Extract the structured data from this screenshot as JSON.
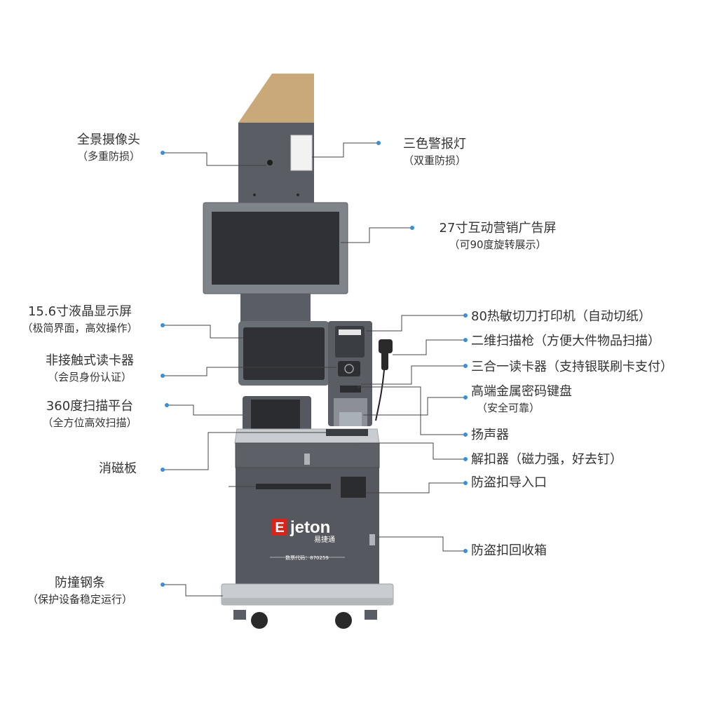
{
  "colors": {
    "panel": "#5a5d63",
    "panel_dark": "#44474c",
    "screen": "#2f3136",
    "steel": "#c9ccd0",
    "top_wood": "#c9a97a",
    "leader": "#444444",
    "dot": "#3a8fd6",
    "logo_red": "#d9241c"
  },
  "brand": {
    "logo_letter": "E",
    "logo_word": "jeton",
    "logo_cn": "易捷通",
    "code_text": "数票代码：870259"
  },
  "labels": {
    "camera": {
      "title": "全景摄像头",
      "sub": "（多重防损）"
    },
    "alarm_light": {
      "title": "三色警报灯",
      "sub": "（双重防损）"
    },
    "ad_screen": {
      "title": "27寸互动营销广告屏",
      "sub": "（可90度旋转展示）"
    },
    "lcd": {
      "title": "15.6寸液晶显示屏",
      "sub": "（极简界面，高效操作）"
    },
    "printer": {
      "title": "80热敏切刀打印机（自动切纸）"
    },
    "scanner_gun": {
      "title": "二维扫描枪（方便大件物品扫描）"
    },
    "card_reader_3in1": {
      "title": "三合一读卡器（支持银联刷卡支付）"
    },
    "nfc_reader": {
      "title": "非接触式读卡器",
      "sub": "（会员身份认证）"
    },
    "keypad": {
      "title": "高端金属密码键盘",
      "sub": "（安全可靠）"
    },
    "scan_platform": {
      "title": "360度扫描平台",
      "sub": "（全方位高效扫描）"
    },
    "speaker": {
      "title": "扬声器"
    },
    "demag": {
      "title": "消磁板"
    },
    "unlocker": {
      "title": "解扣器（磁力强，好去钉）"
    },
    "tag_inlet": {
      "title": "防盗扣导入口"
    },
    "tag_bin": {
      "title": "防盗扣回收箱"
    },
    "bumper": {
      "title": "防撞钢条",
      "sub": "（保护设备稳定运行）"
    }
  }
}
